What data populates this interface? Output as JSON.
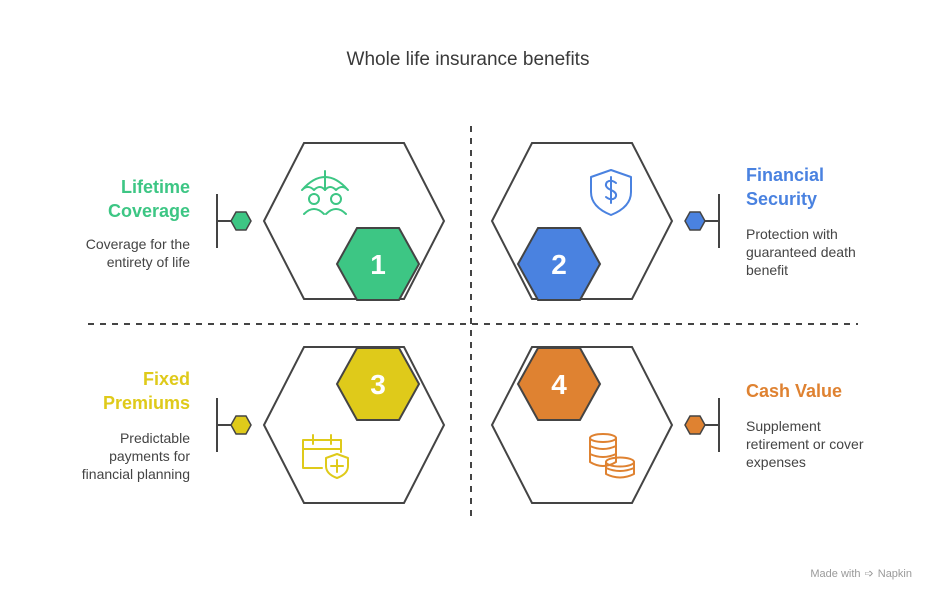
{
  "title": "Whole life insurance benefits",
  "items": [
    {
      "number": "1",
      "heading_line1": "Lifetime",
      "heading_line2": "Coverage",
      "desc_line1": "Coverage for the",
      "desc_line2": "entirety of life",
      "desc_line3": "",
      "color": "#3dc684",
      "icon": "umbrella-family-icon"
    },
    {
      "number": "2",
      "heading_line1": "Financial",
      "heading_line2": "Security",
      "desc_line1": "Protection with",
      "desc_line2": "guaranteed death",
      "desc_line3": "benefit",
      "color": "#4a82e0",
      "icon": "shield-dollar-icon"
    },
    {
      "number": "3",
      "heading_line1": "Fixed",
      "heading_line2": "Premiums",
      "desc_line1": "Predictable",
      "desc_line2": "payments for",
      "desc_line3": "financial planning",
      "color": "#dfca1a",
      "icon": "calendar-shield-icon"
    },
    {
      "number": "4",
      "heading_line1": "Cash Value",
      "heading_line2": "",
      "desc_line1": "Supplement",
      "desc_line2": "retirement or cover",
      "desc_line3": "expenses",
      "color": "#df8231",
      "icon": "coin-stack-icon"
    }
  ],
  "footer": {
    "made_with": "Made with",
    "brand": "Napkin"
  }
}
